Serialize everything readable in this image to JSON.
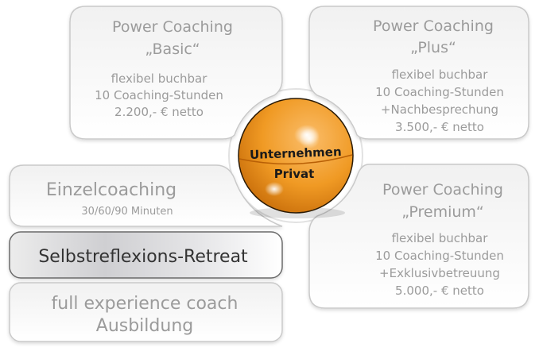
{
  "center": {
    "line1": "Unternehmen",
    "line2": "Privat",
    "color": "#f29a1e"
  },
  "basic": {
    "title": "Power Coaching",
    "name": "„Basic“",
    "lines": [
      "flexibel buchbar",
      "10 Coaching-Stunden",
      "2.200,- € netto"
    ]
  },
  "plus": {
    "title": "Power Coaching",
    "name": "„Plus“",
    "lines": [
      "flexibel buchbar",
      "10 Coaching-Stunden",
      "+Nachbesprechung",
      "3.500,- € netto"
    ]
  },
  "premium": {
    "title": "Power Coaching",
    "name": "„Premium“",
    "lines": [
      "flexibel buchbar",
      "10 Coaching-Stunden",
      "+Exklusivbetreuung",
      "5.000,- € netto"
    ]
  },
  "einzel": {
    "title": "Einzelcoaching",
    "sub": "30/60/90 Minuten"
  },
  "retreat": {
    "title": "Selbstreflexions-Retreat"
  },
  "ausbildung": {
    "line1": "full experience coach",
    "line2": "Ausbildung"
  }
}
